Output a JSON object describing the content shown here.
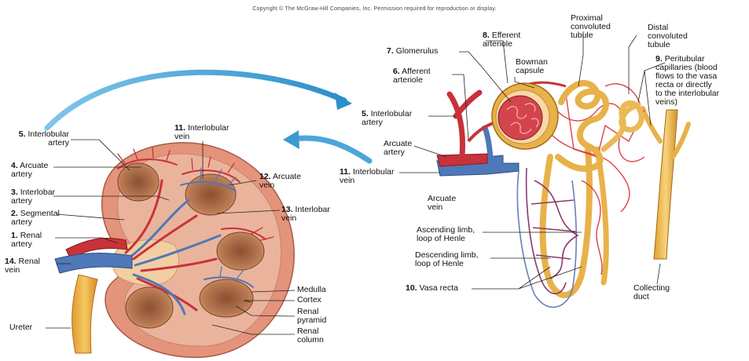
{
  "copyright": "Copyright © The McGraw-Hill Companies, Inc. Permission required for reproduction or display.",
  "kidney_labels": {
    "interlobular_artery": {
      "num": "5.",
      "text": "Interlobular\nartery"
    },
    "arcuate_artery": {
      "num": "4.",
      "text": "Arcuate\nartery"
    },
    "interlobar_artery": {
      "num": "3.",
      "text": "Interlobar\nartery"
    },
    "segmental_artery": {
      "num": "2.",
      "text": "Segmental\nartery"
    },
    "renal_artery": {
      "num": "1.",
      "text": "Renal\nartery"
    },
    "renal_vein": {
      "num": "14.",
      "text": "Renal\nvein"
    },
    "ureter": {
      "num": "",
      "text": "Ureter"
    },
    "interlobular_vein": {
      "num": "11.",
      "text": "Interlobular\nvein"
    },
    "arcuate_vein": {
      "num": "12.",
      "text": "Arcuate\nvein"
    },
    "interlobar_vein": {
      "num": "13.",
      "text": "Interlobar\nvein"
    },
    "medulla": {
      "num": "",
      "text": "Medulla"
    },
    "cortex": {
      "num": "",
      "text": "Cortex"
    },
    "renal_pyramid": {
      "num": "",
      "text": "Renal\npyramid"
    },
    "renal_column": {
      "num": "",
      "text": "Renal\ncolumn"
    }
  },
  "nephron_labels": {
    "efferent_arteriole": {
      "num": "8.",
      "text": "Efferent\narteriole"
    },
    "glomerulus": {
      "num": "7.",
      "text": "Glomerulus"
    },
    "afferent_arteriole": {
      "num": "6.",
      "text": "Afferent\narteriole"
    },
    "bowman_capsule": {
      "num": "",
      "text": "Bowman\ncapsule"
    },
    "proximal_tubule": {
      "num": "",
      "text": "Proximal\nconvoluted\ntubule"
    },
    "distal_tubule": {
      "num": "",
      "text": "Distal\nconvoluted\ntubule"
    },
    "peritubular_capillaries": {
      "num": "9.",
      "text": "Peritubular\ncapillaries (blood\nflows to the vasa\nrecta or directly\nto the interlobular\nveins)"
    },
    "interlobular_artery": {
      "num": "5.",
      "text": "Interlobular\nartery"
    },
    "arcuate_artery": {
      "num": "",
      "text": "Arcuate\nartery"
    },
    "interlobular_vein": {
      "num": "11.",
      "text": "Interlobular\nvein"
    },
    "arcuate_vein": {
      "num": "",
      "text": "Arcuate\nvein"
    },
    "ascending_limb": {
      "num": "",
      "text": "Ascending limb,\nloop of Henle"
    },
    "descending_limb": {
      "num": "",
      "text": "Descending limb,\nloop of Henle"
    },
    "vasa_recta": {
      "num": "10.",
      "text": "Vasa recta"
    },
    "collecting_duct": {
      "num": "",
      "text": "Collecting\nduct"
    }
  },
  "colors": {
    "artery": "#c8323a",
    "vein": "#4f78b8",
    "cortex": "#e8a58a",
    "pyramid": "#b8744c",
    "tubule": "#e8b24a",
    "capillary": "#d9434a",
    "arrow": "#4ca6d8"
  }
}
